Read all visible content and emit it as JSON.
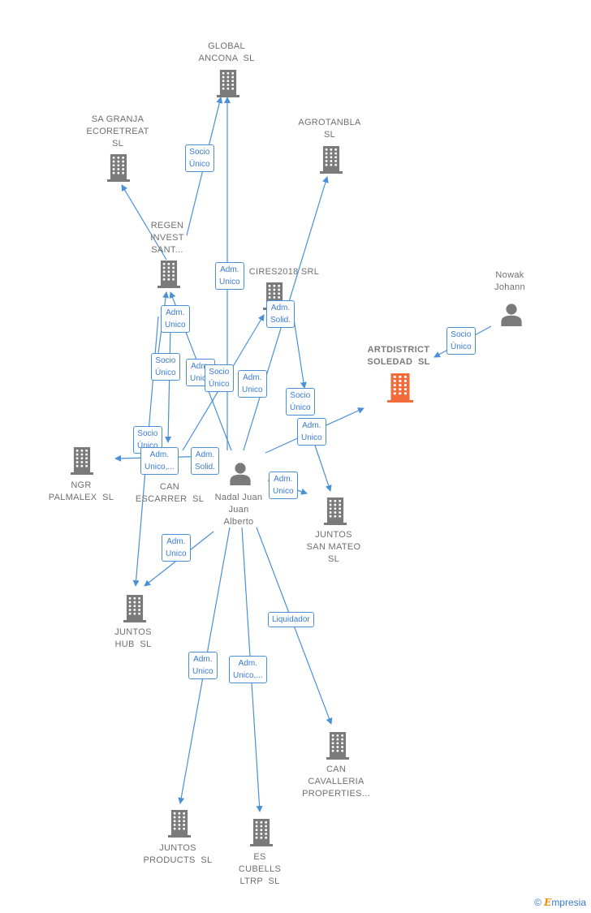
{
  "nodes": [
    {
      "id": "global",
      "label": "GLOBAL\nANCONA  SL",
      "type": "company"
    },
    {
      "id": "sagranja",
      "label": "SA GRANJA\nECORETREAT\nSL",
      "type": "company"
    },
    {
      "id": "agrotanbla",
      "label": "AGROTANBLA\nSL",
      "type": "company"
    },
    {
      "id": "regen",
      "label": "REGEN\nINVEST\nSANT...",
      "type": "company"
    },
    {
      "id": "cires",
      "label": "CIRES2018 SRL",
      "type": "company"
    },
    {
      "id": "nowak",
      "label": "Nowak\nJohann",
      "type": "person"
    },
    {
      "id": "artdistrict",
      "label": "ARTDISTRICT\nSOLEDAD  SL",
      "type": "focus"
    },
    {
      "id": "ngr",
      "label": "NGR\nPALMALEX  SL",
      "type": "company"
    },
    {
      "id": "canescarrer",
      "label": "CAN\nESCARRER  SL",
      "type": "company"
    },
    {
      "id": "nadal",
      "label": "Nadal Juan\nJuan\nAlberto",
      "type": "person"
    },
    {
      "id": "juntossm",
      "label": "JUNTOS\nSAN MATEO\nSL",
      "type": "company"
    },
    {
      "id": "juntoshub",
      "label": "JUNTOS\nHUB  SL",
      "type": "company"
    },
    {
      "id": "cancavalleria",
      "label": "CAN\nCAVALLERIA\nPROPERTIES...",
      "type": "company"
    },
    {
      "id": "juntosproducts",
      "label": "JUNTOS\nPRODUCTS  SL",
      "type": "company"
    },
    {
      "id": "escubells",
      "label": "ES\nCUBELLS\nLTRP  SL",
      "type": "company"
    }
  ],
  "edge_labels": [
    {
      "id": "e1",
      "text": "Socio\nÚnico"
    },
    {
      "id": "e2",
      "text": "Adm.\nUnico"
    },
    {
      "id": "e3",
      "text": "Adm.\nSolid."
    },
    {
      "id": "e4",
      "text": "Socio\nÚnico"
    },
    {
      "id": "e5",
      "text": "Adm.\nUnico"
    },
    {
      "id": "e6",
      "text": "Socio\nÚnico"
    },
    {
      "id": "e7",
      "text": "Adm.\nUnico"
    },
    {
      "id": "e8",
      "text": "Socio\nÚnico"
    },
    {
      "id": "e9",
      "text": "Adm.\nUnico"
    },
    {
      "id": "e10",
      "text": "Socio\nÚnico"
    },
    {
      "id": "e11",
      "text": "Adm.\nUnico"
    },
    {
      "id": "e12",
      "text": "Socio\nÚnico"
    },
    {
      "id": "e13",
      "text": "Adm.\nUnico,..."
    },
    {
      "id": "e14",
      "text": "Adm.\nSolid."
    },
    {
      "id": "e15",
      "text": "Adm.\nUnico"
    },
    {
      "id": "e16",
      "text": "Adm.\nUnico"
    },
    {
      "id": "e17",
      "text": "Liquidador"
    },
    {
      "id": "e18",
      "text": "Adm.\nUnico"
    },
    {
      "id": "e19",
      "text": "Adm.\nUnico,..."
    }
  ],
  "colors": {
    "edge": "#4a90d9",
    "company_icon": "#7a7a7a",
    "focus_icon": "#f26b3a",
    "person_icon": "#7a7a7a"
  },
  "watermark": {
    "copyright": "©",
    "brand_initial": "E",
    "brand_rest": "mpresia"
  }
}
